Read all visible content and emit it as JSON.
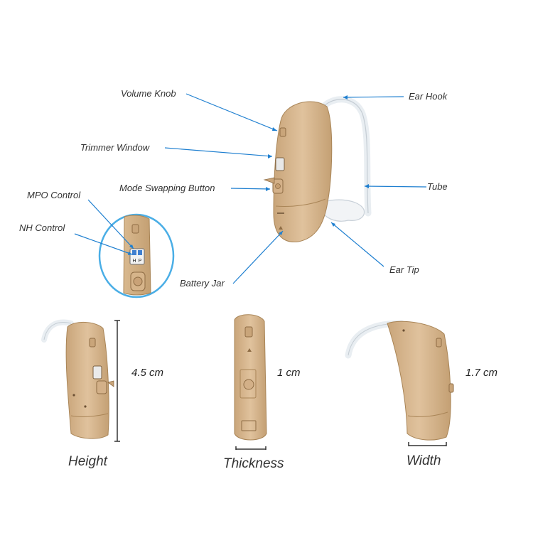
{
  "labels": {
    "volume_knob": "Volume Knob",
    "ear_hook": "Ear Hook",
    "trimmer_window": "Trimmer Window",
    "mode_swapping_button": "Mode Swapping Button",
    "tube": "Tube",
    "mpo_control": "MPO Control",
    "nh_control": "NH Control",
    "ear_tip": "Ear Tip",
    "battery_jar": "Battery Jar"
  },
  "detail_letters": {
    "left": "H",
    "right": "P"
  },
  "dimensions": {
    "height": {
      "value": "4.5 cm",
      "caption": "Height"
    },
    "thickness": {
      "value": "1 cm",
      "caption": "Thickness"
    },
    "width": {
      "value": "1.7 cm",
      "caption": "Width"
    }
  },
  "colors": {
    "device_beige": "#d8b892",
    "device_shadow": "#b89468",
    "leader_line": "#1e7fd0",
    "detail_circle": "#4aaee6"
  }
}
